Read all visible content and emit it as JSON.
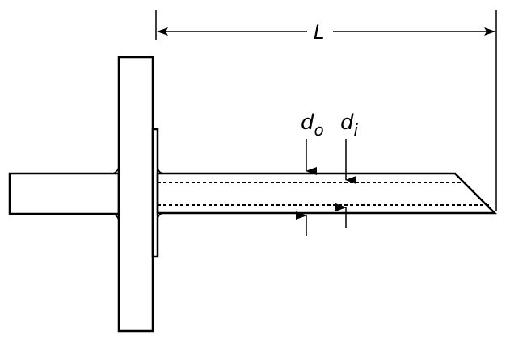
{
  "labels": {
    "length": "L",
    "outer_diameter_main": "d",
    "outer_diameter_sub": "o",
    "inner_diameter_main": "d",
    "inner_diameter_sub": "i"
  }
}
